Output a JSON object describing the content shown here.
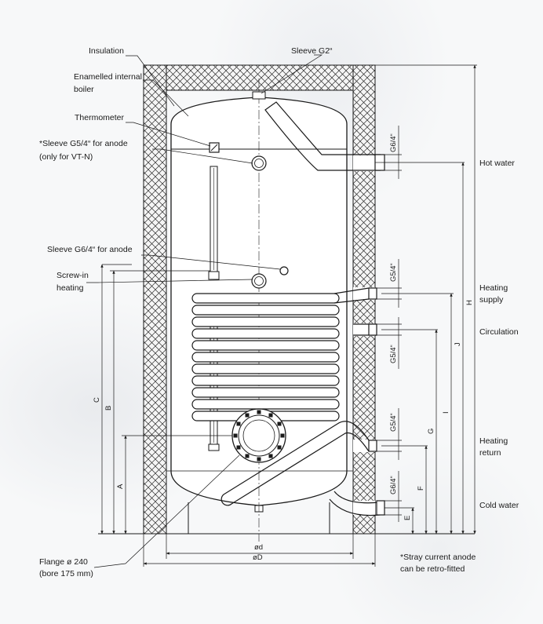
{
  "labels": {
    "insulation": "Insulation",
    "enamelled_line1": "Enamelled internal",
    "enamelled_line2": "boiler",
    "thermometer": "Thermometer",
    "sleeve_anode_line1": "*Sleeve G5/4“ for anode",
    "sleeve_anode_line2": "(only for VT-N)",
    "sleeve_g64_anode": "Sleeve G6/4“ for anode",
    "screw_in_line1": "Screw-in",
    "screw_in_line2": "heating",
    "flange_line1": "Flange ø 240",
    "flange_line2": "(bore 175 mm)",
    "sleeve_g2": "Sleeve G2“",
    "hot_water": "Hot water",
    "heating_supply_line1": "Heating",
    "heating_supply_line2": "supply",
    "circulation": "Circulation",
    "heating_return_line1": "Heating",
    "heating_return_line2": "return",
    "cold_water": "Cold water",
    "stray_line1": "*Stray current anode",
    "stray_line2": "can be retro-fitted"
  },
  "threads": {
    "hot": "G6/4“",
    "supply": "G5/4“",
    "circulation": "G5/4“",
    "return": "G5/4“",
    "cold": "G6/4“"
  },
  "dimensions": {
    "A": "A",
    "B": "B",
    "C": "C",
    "D": "øD",
    "d": "ød",
    "E": "E",
    "F": "F",
    "G": "G",
    "H": "H",
    "I": "I",
    "J": "J"
  },
  "colors": {
    "line": "#1a1a1a",
    "hatch": "#2a2a2a",
    "insulation_fill": "#f4f4f4"
  }
}
